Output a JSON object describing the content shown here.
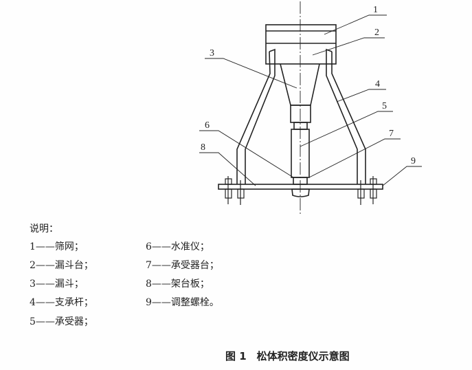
{
  "labels": [
    "1",
    "2",
    "3",
    "4",
    "5",
    "6",
    "7",
    "8",
    "9"
  ],
  "legend": {
    "title": "说明：",
    "left": [
      "1——筛网；",
      "2——漏斗台；",
      "3——漏斗；",
      "4——支承杆；",
      "5——承受器；"
    ],
    "right": [
      "6——水准仪；",
      "7——承受器台；",
      "8——架台板；",
      "9——调整螺栓。"
    ]
  },
  "caption": "图 1　松体积密度仪示意图"
}
